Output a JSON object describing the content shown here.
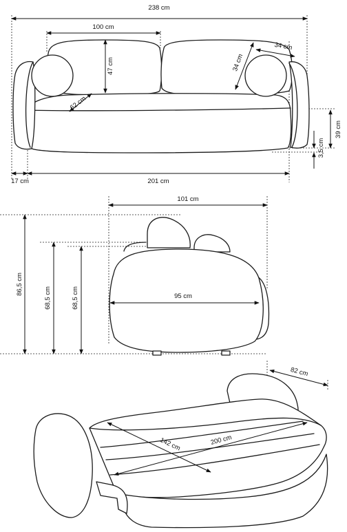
{
  "front_view": {
    "total_width": "238 cm",
    "seat_cushion_width": "100 cm",
    "backrest_height": "47 cm",
    "pillow_height": "34 cm",
    "pillow_width": "34 cm",
    "seat_depth": "62 cm",
    "seat_height": "39 cm",
    "leg_height": "3,5 cm",
    "armrest_width": "17 cm",
    "inner_width": "201 cm"
  },
  "side_view": {
    "depth_total": "101 cm",
    "seat_depth": "95 cm",
    "total_height": "86,5 cm",
    "back_height_1": "68,5 cm",
    "back_height_2": "68,5 cm"
  },
  "bed_view": {
    "armrest_depth": "82 cm",
    "bed_width": "142 cm",
    "bed_length": "200 cm"
  },
  "colors": {
    "line": "#1a1a1a",
    "background": "#ffffff"
  }
}
